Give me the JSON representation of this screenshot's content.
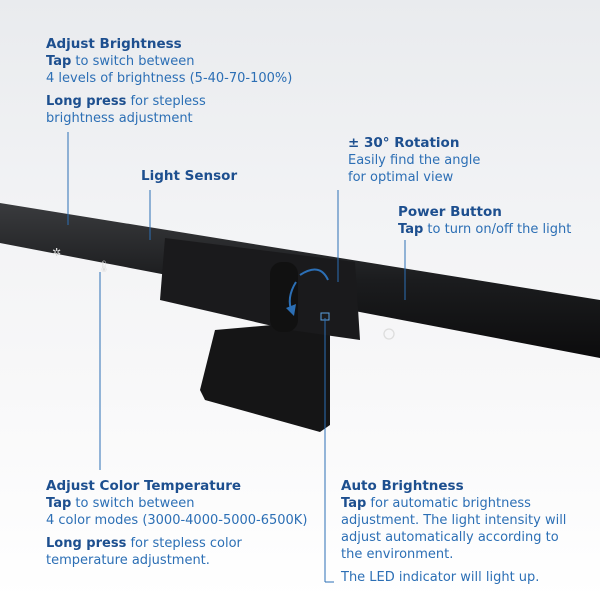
{
  "annotations": {
    "brightness": {
      "title": "Adjust Brightness",
      "tap": "Tap",
      "tap_text": " to switch between",
      "tap_text2": "4 levels of brightness (5-40-70-100%)",
      "long": "Long press",
      "long_text": " for stepless",
      "long_text2": "brightness adjustment"
    },
    "sensor": {
      "title": "Light Sensor"
    },
    "rotation": {
      "title": "± 30° Rotation",
      "line1": "Easily find the angle",
      "line2": "for optimal view"
    },
    "power": {
      "title": "Power Button",
      "tap": "Tap",
      "tap_text": " to turn on/off the light"
    },
    "color": {
      "title": "Adjust Color Temperature",
      "tap": "Tap",
      "tap_text": " to switch between",
      "tap_text2": "4 color modes (3000-4000-5000-6500K)",
      "long": "Long press",
      "long_text": " for stepless color",
      "long_text2": "temperature adjustment."
    },
    "auto": {
      "title": "Auto Brightness",
      "tap": "Tap",
      "tap_text": " for automatic brightness",
      "l2": "adjustment. The light intensity will",
      "l3": "adjust automatically according to",
      "l4": "the environment.",
      "led": "The LED indicator will light up."
    }
  },
  "colors": {
    "heading": "#1d4f8f",
    "text": "#2c6fb5",
    "line": "#2c6fb5"
  }
}
